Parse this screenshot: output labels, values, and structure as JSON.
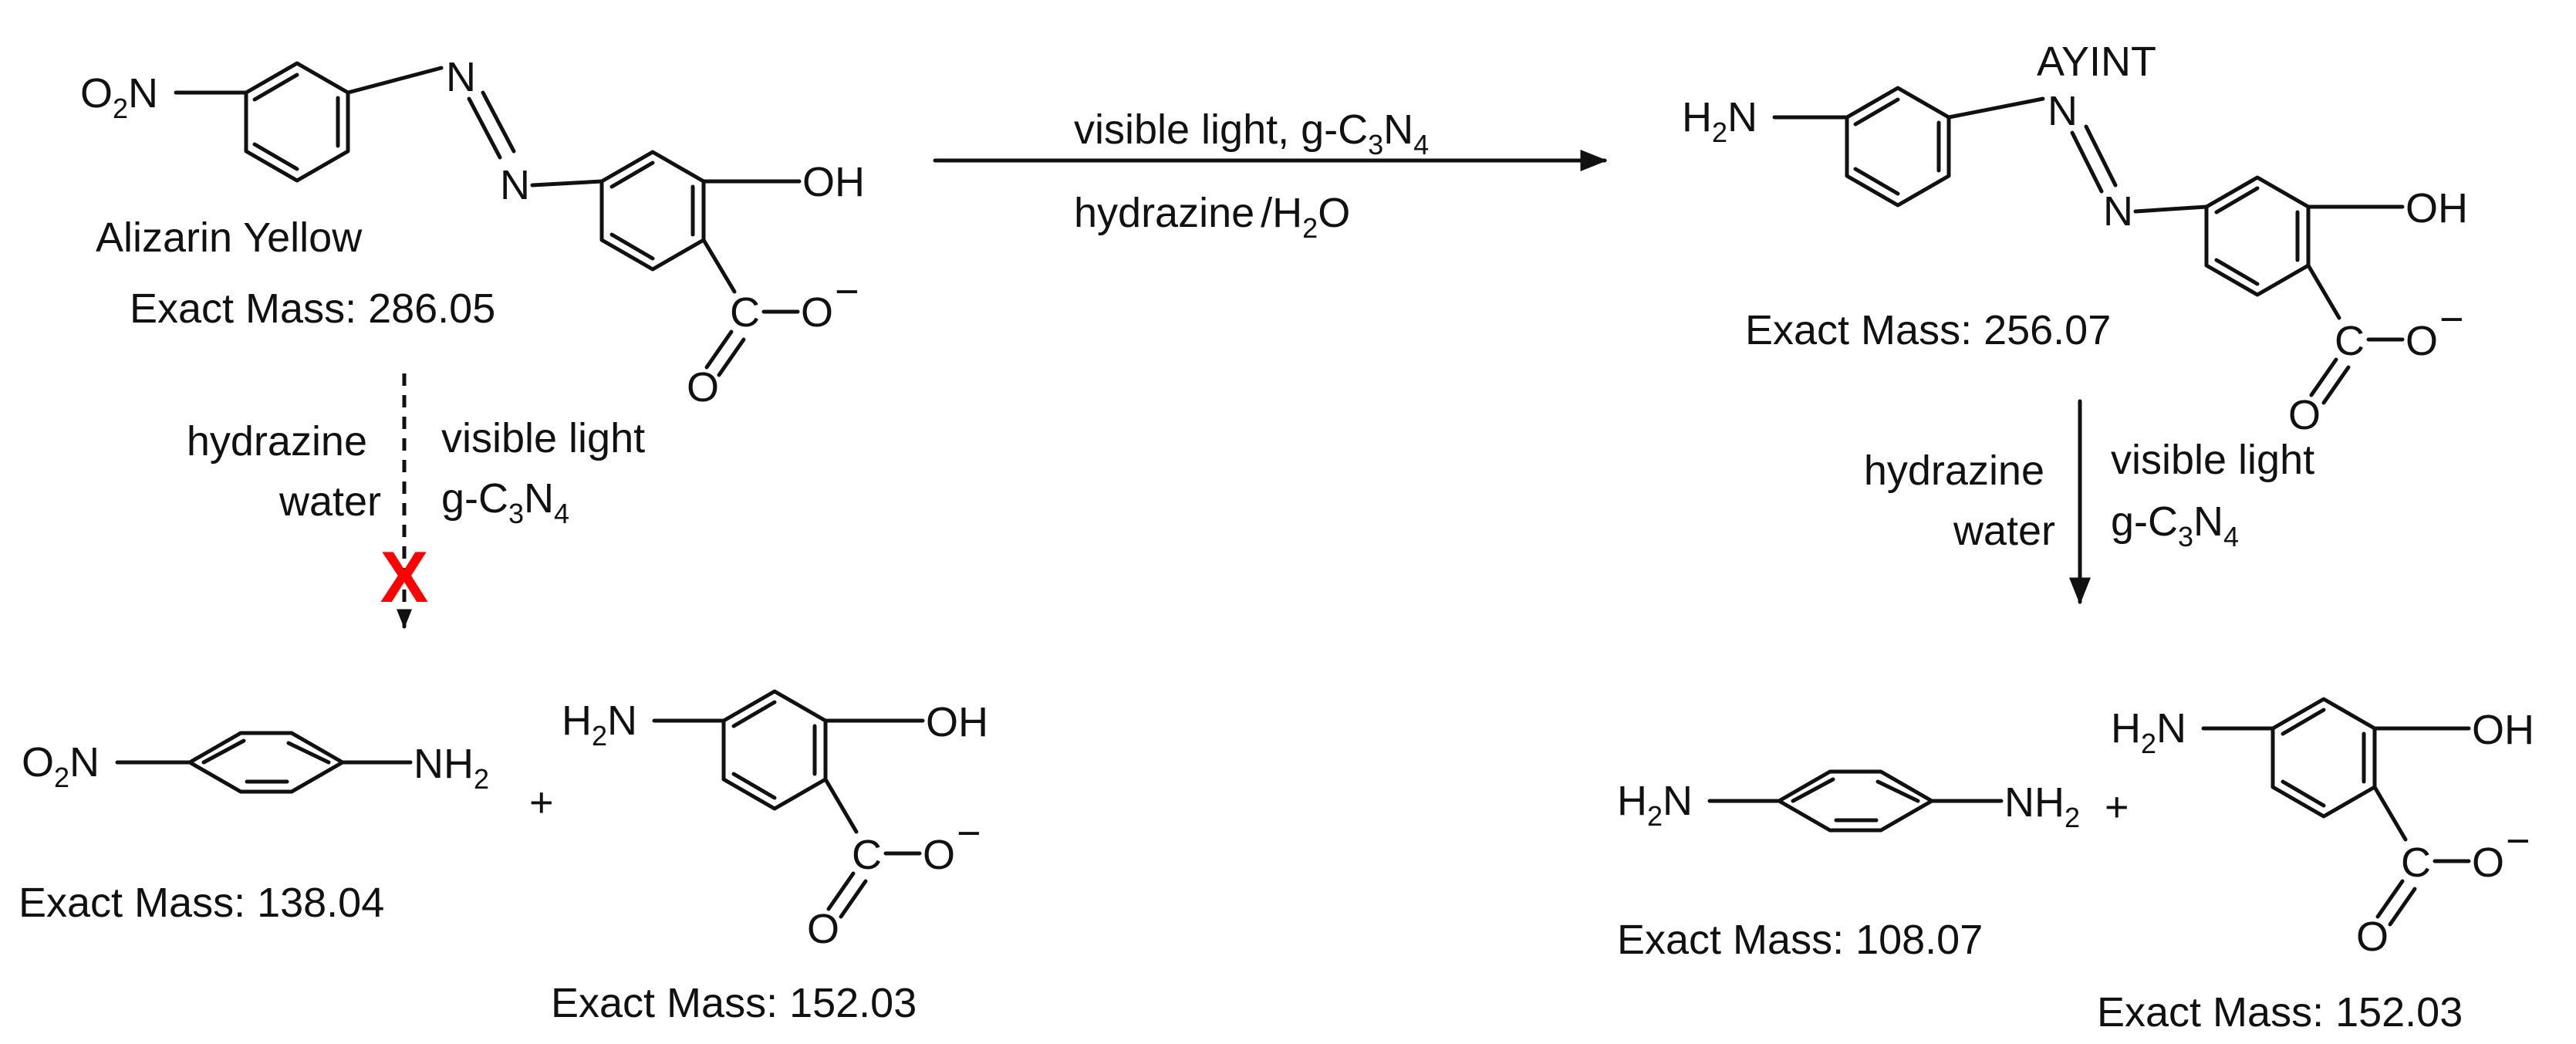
{
  "reactant": {
    "name": "Alizarin Yellow",
    "mass": "Exact Mass: 286.05",
    "nitro": "O",
    "nitro_sub": "2",
    "nitro_n": "N",
    "azo_n": "N",
    "hydroxyl": "OH",
    "carbon": "C",
    "oxide": "O",
    "carbonyl": "O",
    "minus": "−"
  },
  "intermediate": {
    "name": "AYINT",
    "mass": "Exact Mass: 256.07",
    "amino_h": "H",
    "amino_sub": "2",
    "amino_n": "N",
    "azo_n": "N",
    "hydroxyl": "OH",
    "carbon": "C",
    "oxide": "O",
    "carbonyl": "O",
    "minus": "−"
  },
  "main_arrow": {
    "line1_prefix": "visible light, g-C",
    "line1_sub1": "3",
    "line1_mid": "N",
    "line1_sub2": "4",
    "line2_prefix": "hydrazine",
    "line2_sep": "/",
    "line2_h": "H",
    "line2_sub": "2",
    "line2_suffix": "O"
  },
  "blocked_arrow": {
    "left1": "hydrazine",
    "left2": "water",
    "right1": "visible light",
    "right2_prefix": "g-C",
    "right2_sub1": "3",
    "right2_mid": "N",
    "right2_sub2": "4",
    "cross": "X",
    "cross_color": "#ff0000"
  },
  "right_arrow": {
    "left1": "hydrazine",
    "left2": "water",
    "right1": "visible light",
    "right2_prefix": "g-C",
    "right2_sub1": "3",
    "right2_mid": "N",
    "right2_sub2": "4"
  },
  "products_left": {
    "nitroaniline": {
      "nitro": "O",
      "nitro_sub": "2",
      "nitro_n": "N",
      "amine": "NH",
      "amine_sub": "2",
      "mass": "Exact Mass: 138.04"
    },
    "plus": "+",
    "aminosalicylate": {
      "amino_h": "H",
      "amino_sub": "2",
      "amino_n": "N",
      "hydroxyl": "OH",
      "carbon": "C",
      "oxide": "O",
      "carbonyl": "O",
      "minus": "−",
      "mass": "Exact Mass: 152.03"
    }
  },
  "products_right": {
    "phenylenediamine": {
      "amino_h": "H",
      "amino_sub": "2",
      "amino_n": "N",
      "amine": "NH",
      "amine_sub": "2",
      "mass": "Exact Mass: 108.07"
    },
    "plus": "+",
    "aminosalicylate": {
      "amino_h": "H",
      "amino_sub": "2",
      "amino_n": "N",
      "hydroxyl": "OH",
      "carbon": "C",
      "oxide": "O",
      "carbonyl": "O",
      "minus": "−",
      "mass": "Exact Mass: 152.03"
    }
  }
}
